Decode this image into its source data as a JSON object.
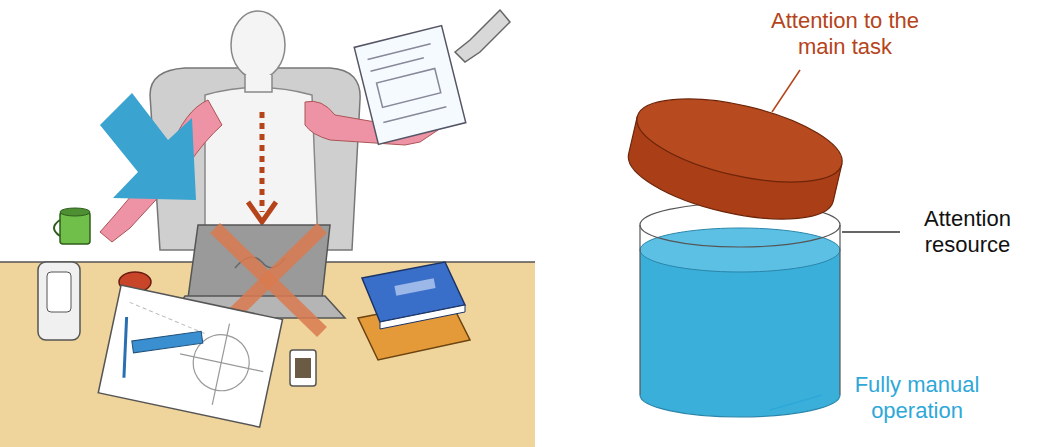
{
  "diagram": {
    "labels": [
      "Attention to the main task",
      "Attention resource",
      "Fully manual operation"
    ]
  }
}
